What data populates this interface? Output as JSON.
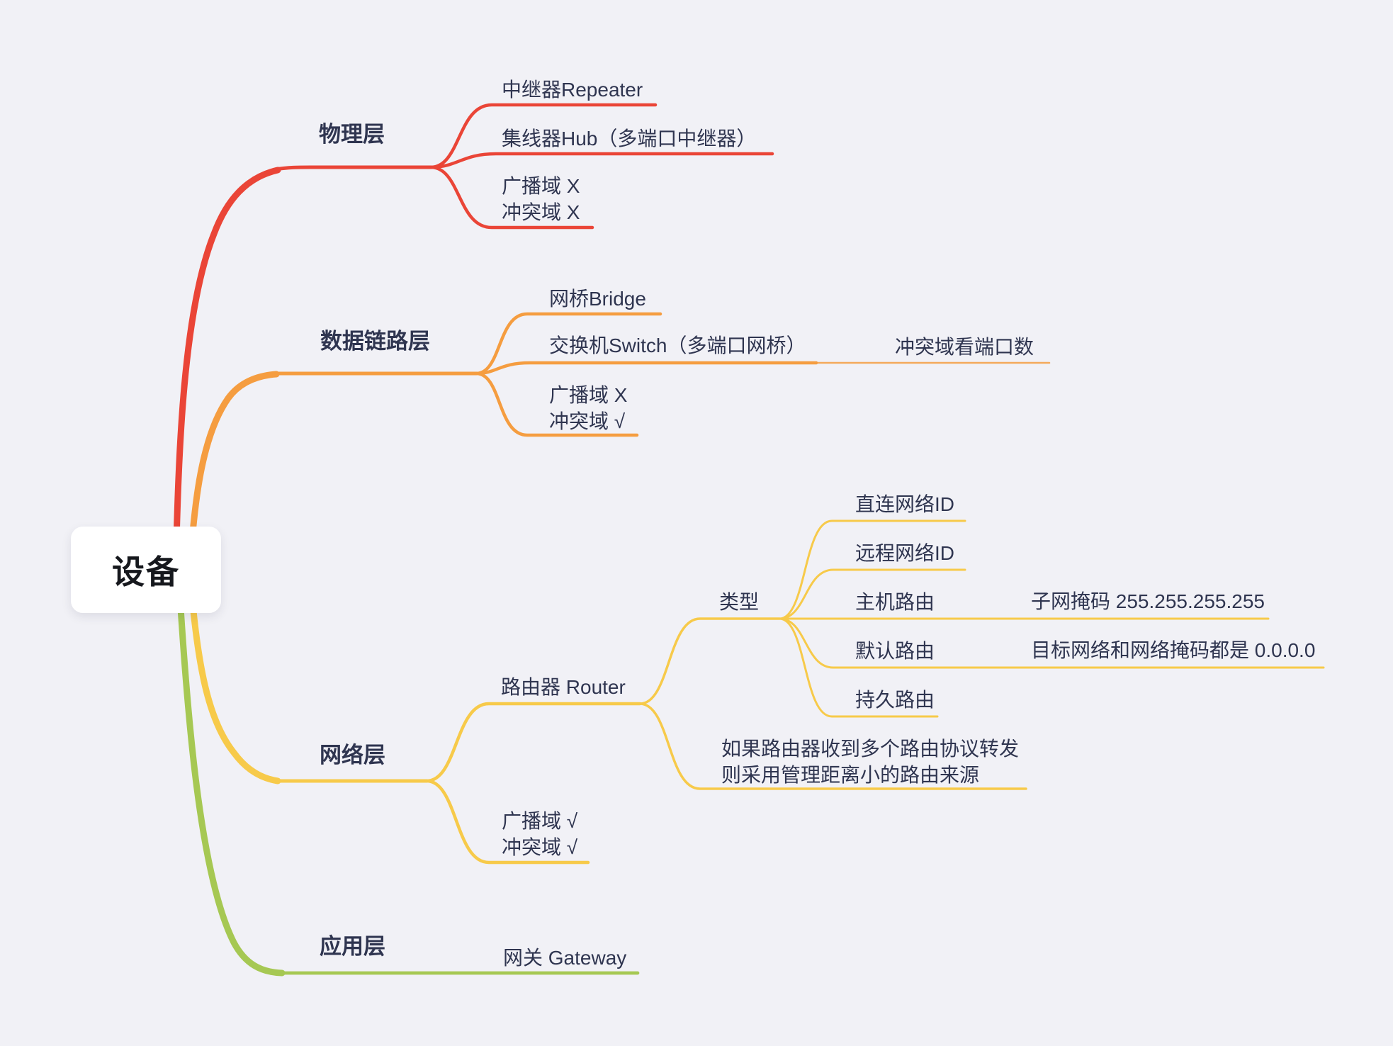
{
  "mindmap": {
    "root": {
      "label": "设备"
    },
    "background_color": "#f1f1f6",
    "text_color": "#2f3550",
    "branches": [
      {
        "label": "物理层",
        "color": "#ea4537",
        "children": [
          {
            "text": "中继器Repeater"
          },
          {
            "text": "集线器Hub（多端口中继器）"
          },
          {
            "text": "广播域 X\n冲突域 X"
          }
        ]
      },
      {
        "label": "数据链路层",
        "color": "#f59d40",
        "children": [
          {
            "text": "网桥Bridge"
          },
          {
            "text": "交换机Switch（多端口网桥）",
            "children": [
              {
                "text": "冲突域看端口数"
              }
            ]
          },
          {
            "text": "广播域 X\n冲突域 √"
          }
        ]
      },
      {
        "label": "网络层",
        "color": "#f7ca4a",
        "children": [
          {
            "text": "路由器 Router",
            "children": [
              {
                "text": "类型",
                "children": [
                  {
                    "text": "直连网络ID"
                  },
                  {
                    "text": "远程网络ID"
                  },
                  {
                    "text": "主机路由",
                    "children": [
                      {
                        "text": "子网掩码 255.255.255.255"
                      }
                    ]
                  },
                  {
                    "text": "默认路由",
                    "children": [
                      {
                        "text": "目标网络和网络掩码都是 0.0.0.0"
                      }
                    ]
                  },
                  {
                    "text": "持久路由"
                  }
                ]
              },
              {
                "text": "如果路由器收到多个路由协议转发\n则采用管理距离小的路由来源"
              }
            ]
          },
          {
            "text": "广播域 √\n冲突域 √"
          }
        ]
      },
      {
        "label": "应用层",
        "color": "#a6c853",
        "children": [
          {
            "text": "网关 Gateway"
          }
        ]
      }
    ]
  }
}
